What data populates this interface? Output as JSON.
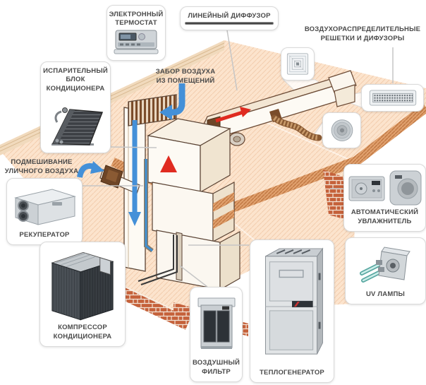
{
  "diagram": {
    "subject": "hvac-forced-air-system",
    "language": "ru"
  },
  "callouts": {
    "thermostat": {
      "label": "ЭЛЕКТРОННЫЙ\nТЕРМОСТАТ",
      "image": "electronic-thermostat-photo"
    },
    "linear_diffuser": {
      "label": "ЛИНЕЙНЫЙ ДИФФУЗОР",
      "image": "linear-slot-diffuser-photo"
    },
    "grilles": {
      "label": "ВОЗДУХОРАСПРЕДЕЛИТЕЛЬНЫЕ\nРЕШЕТКИ И ДИФУЗОРЫ",
      "image": "ceiling-diffuser-and-grille-photos"
    },
    "evaporator": {
      "label": "ИСПАРИТЕЛЬНЫЙ\nБЛОК\nКОНДИЦИОНЕРА",
      "image": "evaporator-a-coil-photo"
    },
    "air_intake": {
      "label": "ЗАБОР ВОЗДУХА\nИЗ ПОМЕЩЕНИЙ"
    },
    "fresh_air_mix": {
      "label": "ПОДМЕШИВАНИЕ\nУЛИЧНОГО ВОЗДУХА"
    },
    "recuperator": {
      "label": "РЕКУПЕРАТОР",
      "image": "heat-recovery-ventilator-photo"
    },
    "compressor": {
      "label": "КОМПРЕССОР\nКОНДИЦИОНЕРА",
      "image": "outdoor-condenser-unit-photo"
    },
    "air_filter": {
      "label": "ВОЗДУШНЫЙ\nФИЛЬТР",
      "image": "air-filter-cabinet-photo"
    },
    "heat_generator": {
      "label": "ТЕПЛОГЕНЕРАТОР",
      "image": "furnace-cabinet-photo"
    },
    "humidifier": {
      "label": "АВТОМАТИЧЕСКИЙ\nУВЛАЖНИТЕЛЬ",
      "image": "humidifier-and-humidistat-photo"
    },
    "uv_lamps": {
      "label": "UV ЛАМПЫ",
      "image": "uv-lamp-unit-photo"
    }
  },
  "colors": {
    "floor": "#fce4cd",
    "brick": "#c5613a",
    "wall_band": "#e0a06d",
    "duct_outline": "#5a4334",
    "arrow_return_and_fresh_air": "#4490d8",
    "arrow_supply_air": "#e02b20",
    "arrow_mixed_flow": "red-to-blue-gradient",
    "uv_tube": "#9ed8d2",
    "label_text": "#4a4a4a",
    "connector_line": "#c6c6c6"
  }
}
